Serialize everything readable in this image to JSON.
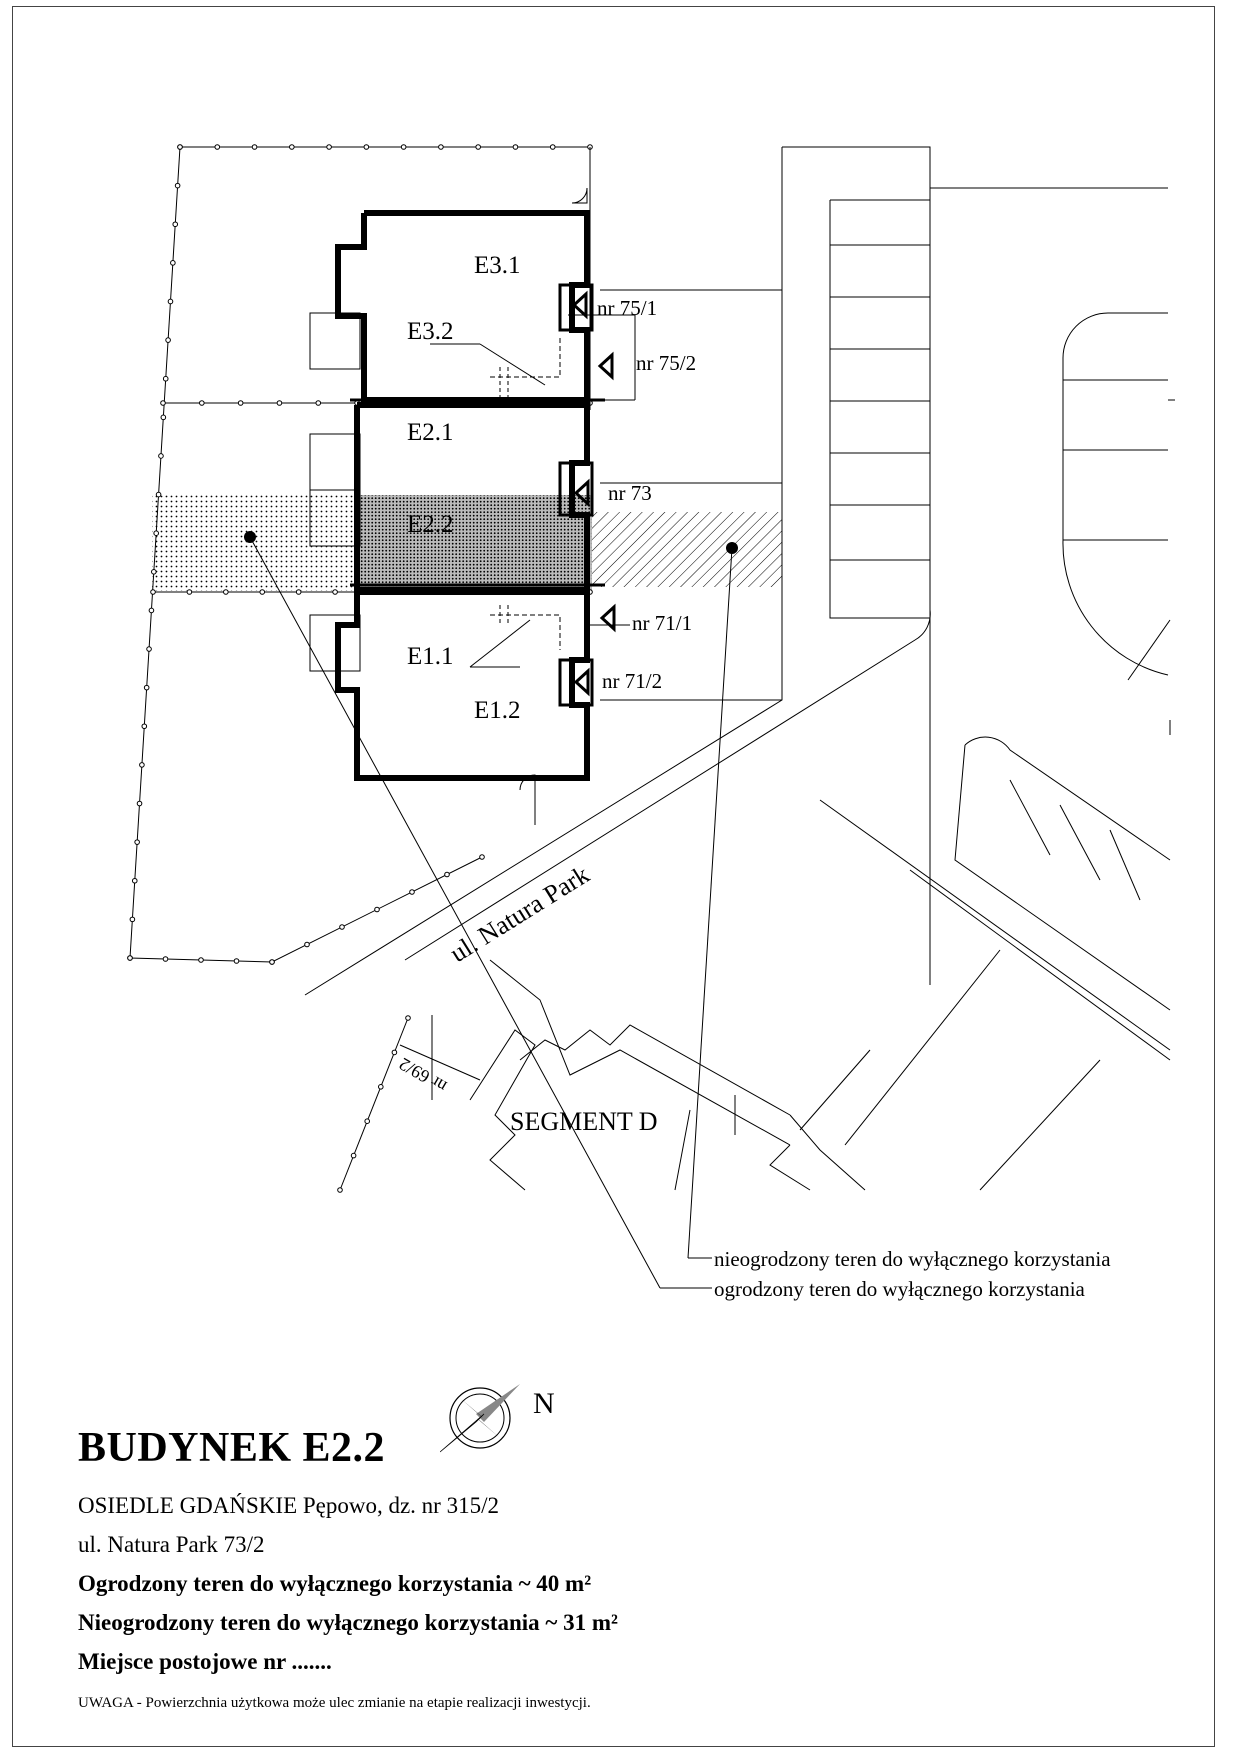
{
  "plan": {
    "units": [
      "E3.1",
      "E3.2",
      "E2.1",
      "E2.2",
      "E1.1",
      "E1.2"
    ],
    "entrances": [
      "nr 75/1",
      "nr 75/2",
      "nr 73",
      "nr 71/1",
      "nr 71/2"
    ],
    "street": "ul. Natura Park",
    "neighbor_entrance": "nr 69/2",
    "segment": "SEGMENT D",
    "north_label": "N"
  },
  "legend": {
    "unfenced": "nieogrodzony teren do wyłącznego korzystania",
    "fenced": "ogrodzony teren do wyłącznego korzystania"
  },
  "title_block": {
    "title": "BUDYNEK E2.2",
    "address_line1": "OSIEDLE GDAŃSKIE Pępowo, dz. nr 315/2",
    "address_line2": "ul. Natura Park 73/2",
    "fenced_area": "Ogrodzony teren do wyłącznego korzystania ~ 40 m²",
    "unfenced_area": "Nieogrodzony teren do wyłącznego korzystania ~ 31 m²",
    "parking": "Miejsce postojowe nr ......."
  },
  "note": "UWAGA - Powierzchnia użytkowa może ulec zmianie na etapie realizacji inwestycji.",
  "colors": {
    "ink": "#000000",
    "frame": "#444444"
  }
}
